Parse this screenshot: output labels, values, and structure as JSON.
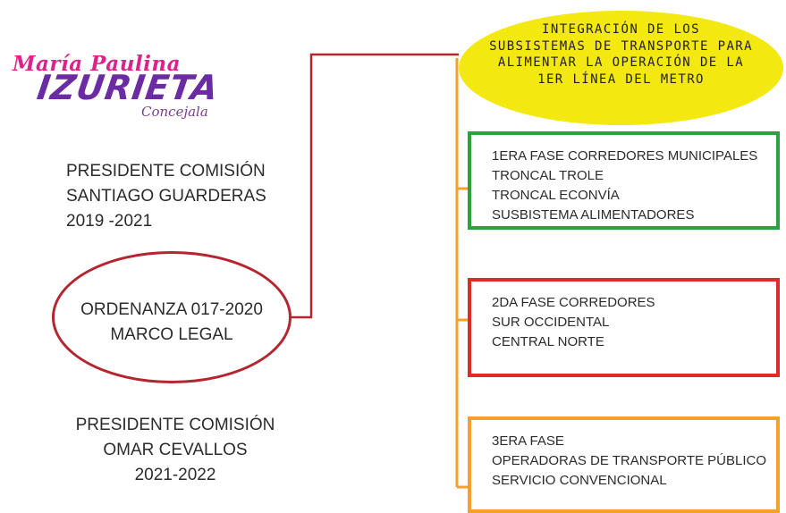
{
  "logo": {
    "line1": "María Paulina",
    "line2": "IZURIETA",
    "line3": "Concejala"
  },
  "president_1": [
    "PRESIDENTE COMISIÓN",
    "SANTIAGO GUARDERAS",
    "2019 -2021"
  ],
  "ordinance": [
    "ORDENANZA 017-2020",
    "MARCO LEGAL"
  ],
  "president_2": [
    "PRESIDENTE COMISIÓN",
    "OMAR CEVALLOS",
    "2021-2022"
  ],
  "title": [
    "INTEGRACIÓN DE LOS",
    "SUBSISTEMAS DE TRANSPORTE PARA",
    "ALIMENTAR LA OPERACIÓN DE LA",
    "1ER LÍNEA DEL METRO"
  ],
  "phases": [
    {
      "lines": [
        "1ERA FASE CORREDORES MUNICIPALES",
        "TRONCAL TROLE",
        "TRONCAL ECONVÍA",
        "SUSBISTEMA ALIMENTADORES"
      ],
      "color": "#2ea13f"
    },
    {
      "lines": [
        "2DA FASE CORREDORES",
        "SUR OCCIDENTAL",
        "CENTRAL NORTE"
      ],
      "color": "#df2a2a"
    },
    {
      "lines": [
        "3ERA FASE",
        "OPERADORAS DE TRANSPORTE PÚBLICO",
        "SERVICIO CONVENCIONAL"
      ],
      "color": "#f5a02b"
    }
  ],
  "colors": {
    "connector_red": "#b5252f",
    "connector_orange": "#f5a02b",
    "title_fill": "#f3e80f",
    "logo_pink": "#e0218a",
    "logo_purple": "#6b2ba3"
  }
}
